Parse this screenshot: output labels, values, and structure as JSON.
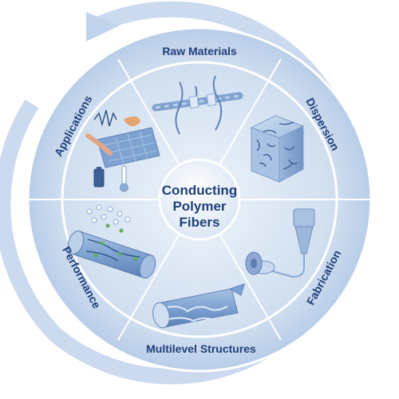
{
  "center": {
    "lines": [
      "Conducting",
      "Polymer",
      "Fibers"
    ]
  },
  "segments": [
    {
      "label": "Raw Materials"
    },
    {
      "label": "Dispersion"
    },
    {
      "label": "Fabrication"
    },
    {
      "label": "Multilevel Structures"
    },
    {
      "label": "Performance"
    },
    {
      "label": "Applications"
    }
  ],
  "colors": {
    "outer_ring": "#c9d9ee",
    "inner_disc": "#dde8f5",
    "sector_line": "#ffffff",
    "text": "#1f3f7a",
    "arrow": "#c2d4ec"
  },
  "icons": {
    "raw_materials": "polymer-chain-icon",
    "dispersion": "dispersion-cube-icon",
    "fabrication": "spinning-nozzle-icon",
    "multilevel_structures": "fiber-cross-section-icon",
    "performance": "conductive-fiber-icon",
    "applications": "application-devices-icon"
  }
}
